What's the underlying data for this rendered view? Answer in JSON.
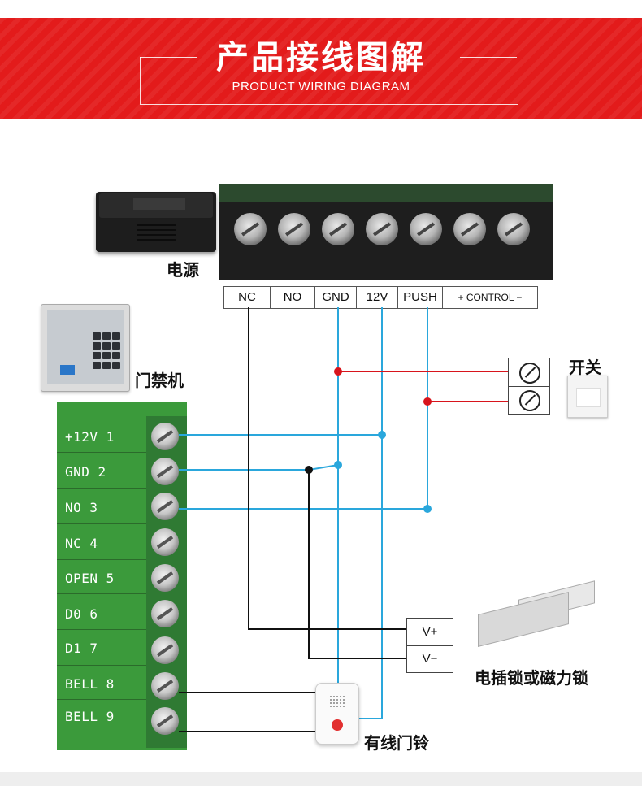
{
  "header": {
    "title": "产品接线图解",
    "subtitle": "PRODUCT WIRING DIAGRAM"
  },
  "components": {
    "power_supply_caption": "电源",
    "access_controller_caption": "门禁机",
    "switch_caption": "开关",
    "lock_caption": "电插锁或磁力锁",
    "doorbell_caption": "有线门铃"
  },
  "psu_terminal_labels": [
    {
      "label": "NC"
    },
    {
      "label": "NO"
    },
    {
      "label": "GND"
    },
    {
      "label": "12V"
    },
    {
      "label": "PUSH"
    },
    {
      "label": "+  CONTROL  −"
    }
  ],
  "controller_terminals": [
    {
      "label": "+12V 1"
    },
    {
      "label": "GND  2"
    },
    {
      "label": "NO   3"
    },
    {
      "label": "NC   4"
    },
    {
      "label": "OPEN 5"
    },
    {
      "label": "D0   6"
    },
    {
      "label": "D1   7"
    },
    {
      "label": "BELL 8"
    },
    {
      "label": "BELL 9"
    }
  ],
  "lock_terminals": {
    "v_plus": "V+",
    "v_minus": "V−"
  },
  "colors": {
    "banner_red": "#e31b1b",
    "wire_blue": "#2aa7dc",
    "wire_red": "#d8141c",
    "wire_black": "#111111",
    "board_green": "#3b9a3b"
  }
}
